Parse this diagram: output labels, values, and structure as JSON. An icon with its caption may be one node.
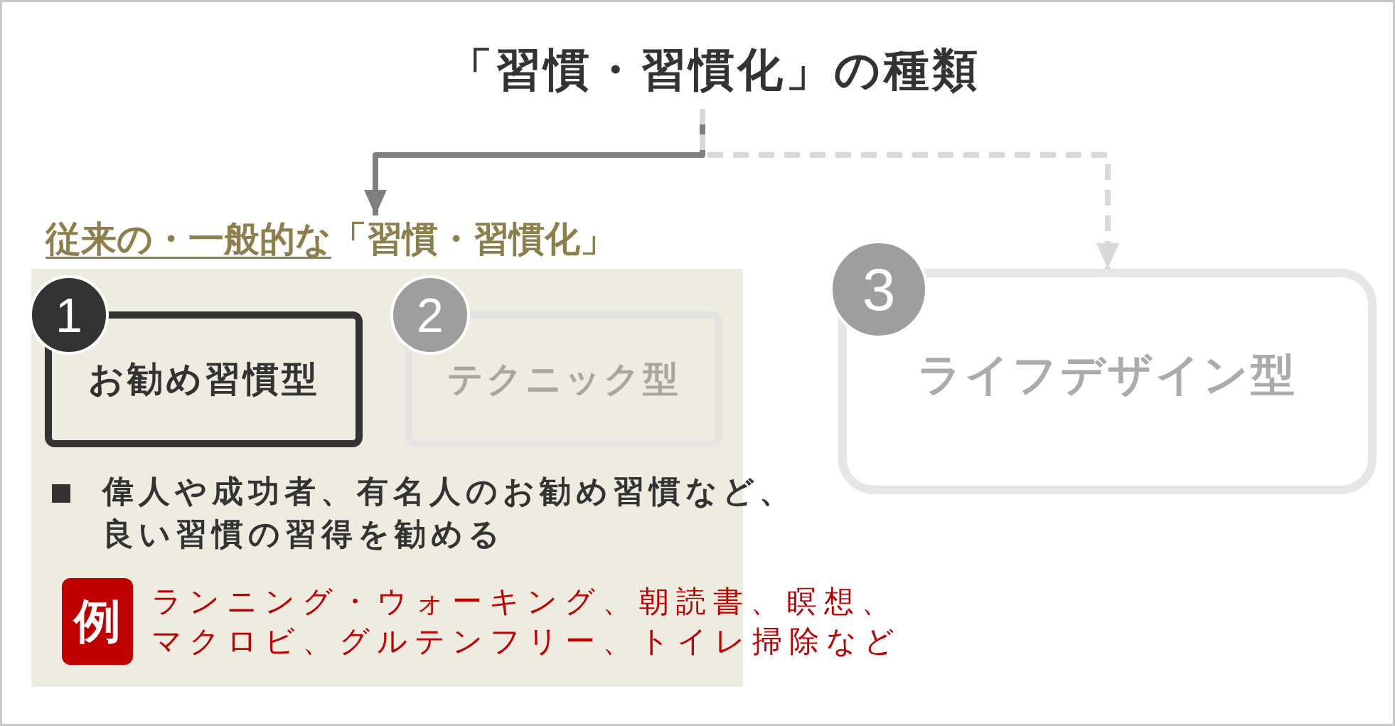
{
  "diagram": {
    "nodes": [
      {
        "text": [
          "「習慣・習慣化」の種類"
        ]
      },
      {
        "text": [
          "従来の・一般的な",
          "「習慣・習慣化」"
        ]
      },
      {
        "text": [
          "1",
          "お勧め習慣型"
        ],
        "in": 1
      },
      {
        "text": [
          "2",
          "テクニック型"
        ],
        "in": 1
      },
      {
        "text": [
          "3",
          "ライフデザイン型"
        ]
      }
    ],
    "edges": [
      {
        "from": 0,
        "to": 1,
        "arrow": "to"
      },
      {
        "from": 0,
        "to": 4,
        "arrow": "to",
        "style": "dashed",
        "color": "#d9d9d9"
      }
    ],
    "labels": [
      "偉人や成功者、有名人のお勧め習慣など、良い習慣の習得を勧める",
      "例",
      "ランニング・ウォーキング、朝読書、瞑想、マクロビ、グルテンフリー、トイレ掃除など"
    ]
  }
}
